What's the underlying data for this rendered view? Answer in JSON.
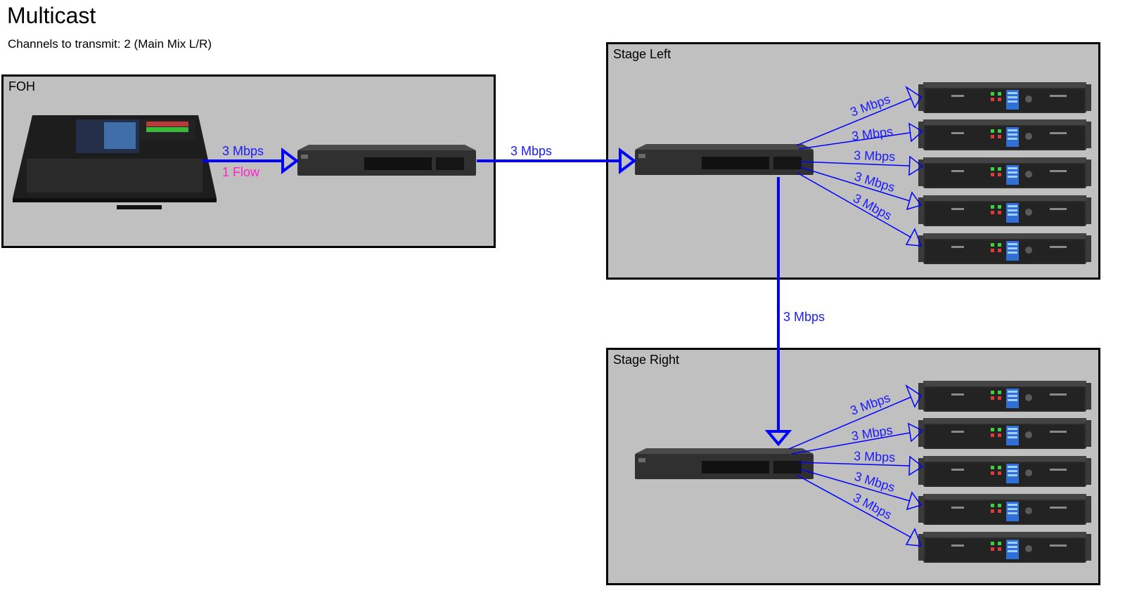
{
  "header": {
    "title": "Multicast",
    "subtitle": "Channels to transmit: 2 (Main Mix L/R)"
  },
  "zones": {
    "foh": "FOH",
    "stage_left": "Stage Left",
    "stage_right": "Stage Right"
  },
  "links": {
    "console_to_switch": "3 Mbps",
    "console_flow": "1 Flow",
    "foh_to_stage_left": "3 Mbps",
    "stage_left_to_stage_right": "3 Mbps",
    "stage_left_amps": [
      "3 Mbps",
      "3 Mbps",
      "3 Mbps",
      "3 Mbps",
      "3 Mbps"
    ],
    "stage_right_amps": [
      "3 Mbps",
      "3 Mbps",
      "3 Mbps",
      "3 Mbps",
      "3 Mbps"
    ]
  },
  "colors": {
    "link": "#0000ff",
    "link_label": "#1a1aff",
    "flow_label": "#ff22cc",
    "zone_fill": "#c0c0c0"
  },
  "devices": {
    "console": "mixing-console-icon",
    "switch": "network-switch-icon",
    "amplifier": "power-amplifier-icon"
  }
}
